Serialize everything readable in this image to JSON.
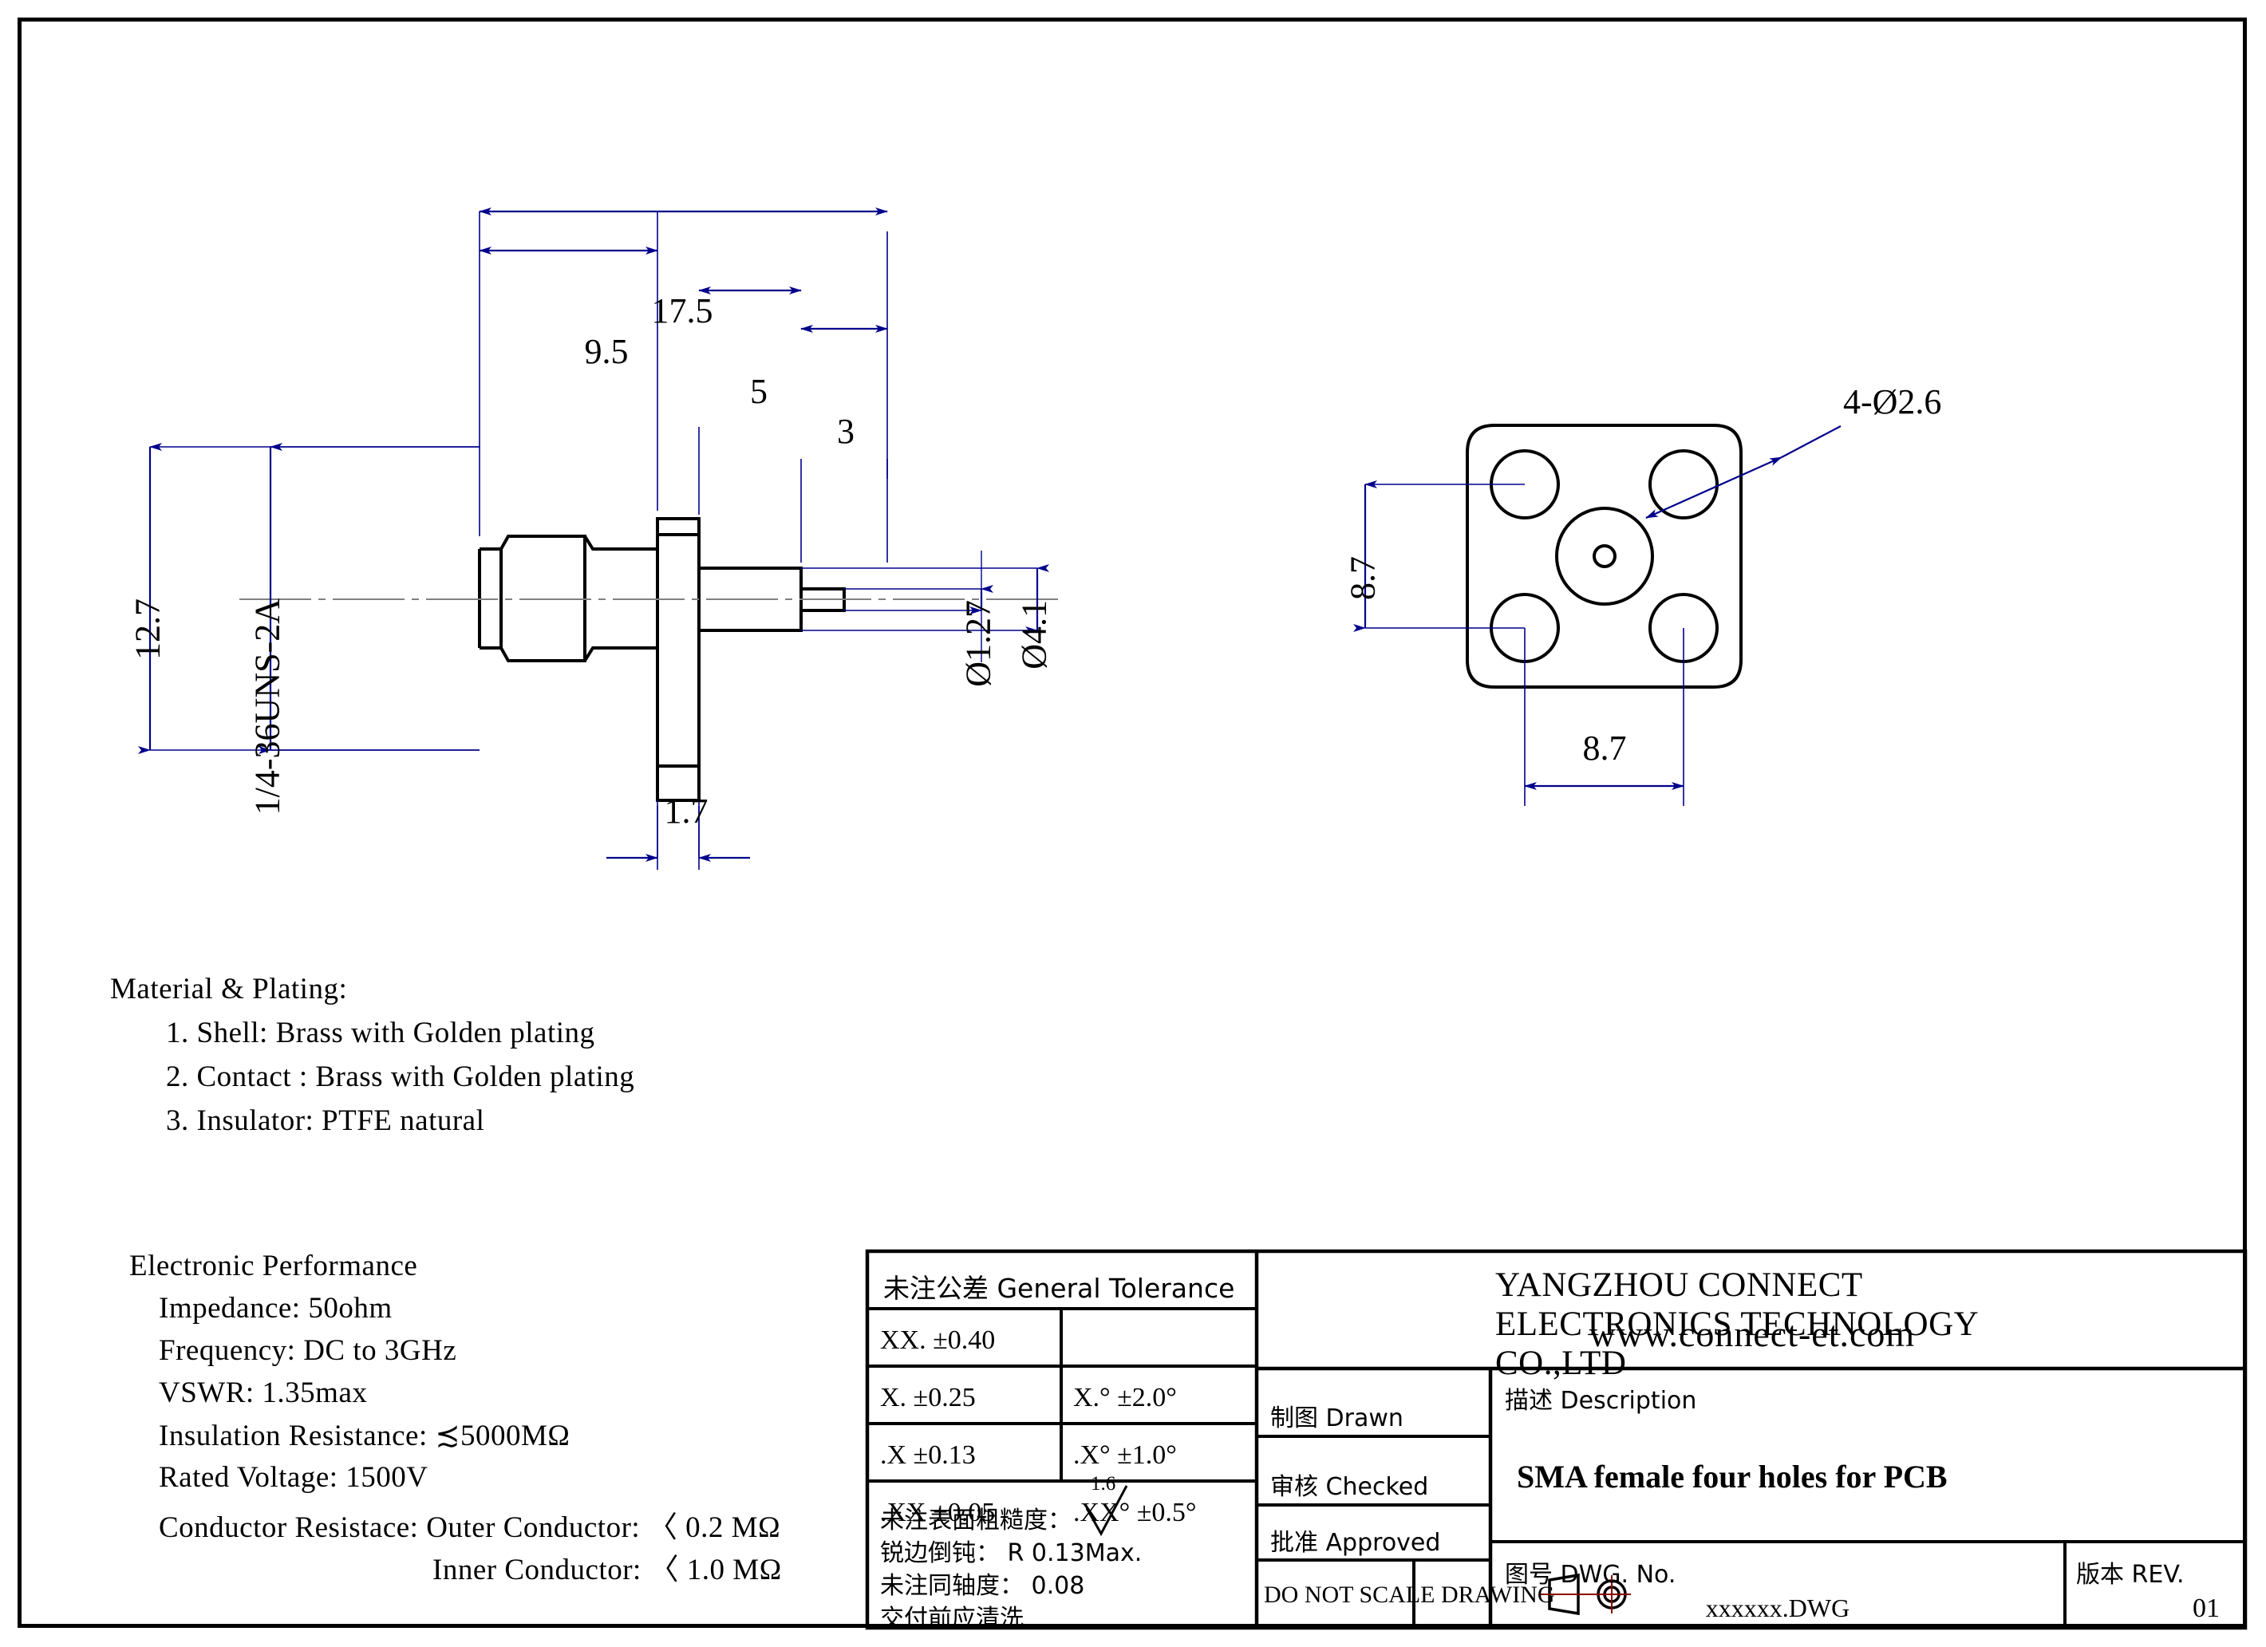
{
  "drawing": {
    "title": "SMA female four holes for PCB",
    "side_view_dimensions": {
      "overall_length": "17.5",
      "to_flange_front": "9.5",
      "flange_to_step": "5",
      "pin_length": "3",
      "flange_height": "12.7",
      "flange_thickness": "1.7",
      "thread": "1/4-36UNS-2A",
      "pin_diameter": "Ø1.27",
      "boss_diameter": "Ø4.1"
    },
    "front_view_dimensions": {
      "hole_callout": "4-Ø2.6",
      "hole_pitch_vertical": "8.7",
      "hole_pitch_horizontal": "8.7"
    }
  },
  "material": {
    "heading": "Material & Plating:",
    "items": [
      "1. Shell: Brass with Golden plating",
      "2. Contact : Brass with Golden plating",
      "3. Insulator: PTFE natural"
    ]
  },
  "performance": {
    "heading": "Electronic Performance",
    "items": [
      "Impedance:  50ohm",
      "Frequency: DC to 3GHz",
      "VSWR: 1.35max",
      "Insulation Resistance: ≾5000MΩ",
      "Rated Voltage: 1500V",
      "Conductor Resistace: Outer Conductor: 〈 0.2 MΩ",
      "Inner Conductor: 〈 1.0 MΩ"
    ]
  },
  "title_block": {
    "tolerance_header": "未注公差 General Tolerance",
    "tolerance_rows": [
      {
        "linear": "XX.  ±0.40",
        "angular": ""
      },
      {
        "linear": "X.  ±0.25",
        "angular": "X.°   ±2.0°"
      },
      {
        "linear": ".X ±0.13",
        "angular": ".X°   ±1.0°"
      },
      {
        "linear": ".XX ±0.05",
        "angular": ".XX°   ±0.5°"
      }
    ],
    "notes": [
      "未注表面粗糙度：",
      "锐边倒钝： R 0.13Max.",
      "未注同轴度： 0.08",
      "交付前应清洗"
    ],
    "roughness_value": "1.6",
    "company": "YANGZHOU CONNECT ELECTRONICS TECHNOLOGY CO.,LTD",
    "website": "www.connect-et.com",
    "drawn_label": "制图 Drawn",
    "checked_label": "审核 Checked",
    "approved_label": "批准 Approved",
    "do_not_scale": "DO NOT SCALE DRAWING",
    "description_label": "描述 Description",
    "description_value": "SMA female four holes for PCB",
    "dwg_no_label": "图号 DWG. No.",
    "dwg_no_value": "xxxxxx.DWG",
    "rev_label": "版本 REV.",
    "rev_value": "01"
  },
  "colors": {
    "dimension": "#00008B",
    "outline": "#000000",
    "centerline": "#808080",
    "projection": "#8B0000"
  }
}
